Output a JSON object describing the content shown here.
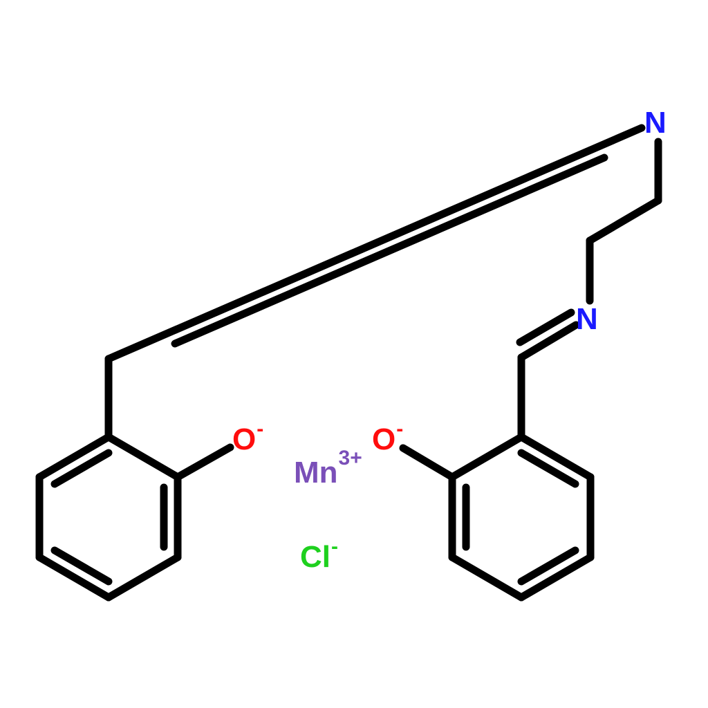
{
  "molecule": {
    "atoms": {
      "n_top": {
        "symbol": "N",
        "charge": "",
        "color": "#1a1aff"
      },
      "n_mid": {
        "symbol": "N",
        "charge": "",
        "color": "#1a1aff"
      },
      "o_left": {
        "symbol": "O",
        "charge": "-",
        "color": "#ff0d0d"
      },
      "o_right": {
        "symbol": "O",
        "charge": "-",
        "color": "#ff0d0d"
      },
      "mn": {
        "symbol": "Mn",
        "charge": "3+",
        "color": "#7a4fb8"
      },
      "cl": {
        "symbol": "Cl",
        "charge": "-",
        "color": "#1ed01e"
      }
    },
    "bond_color": "#000000"
  }
}
